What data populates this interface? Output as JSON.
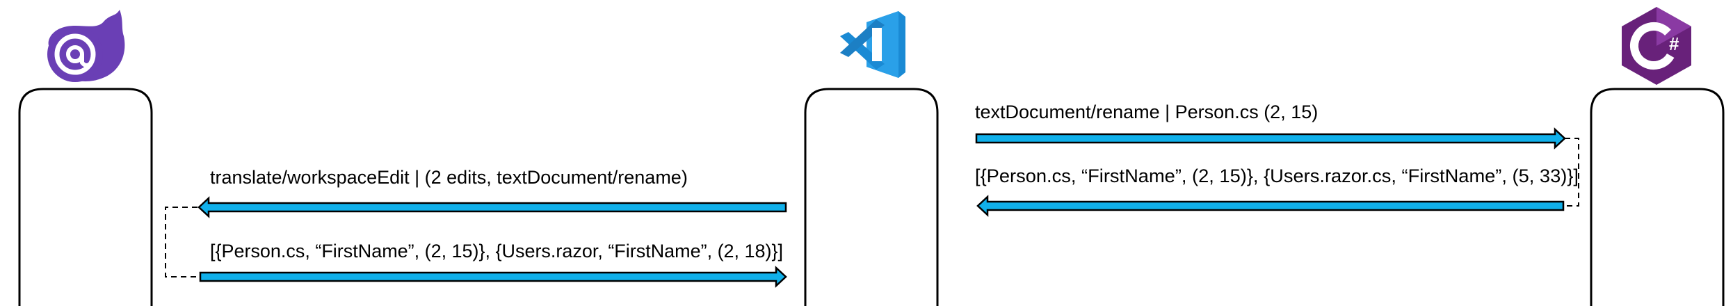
{
  "participants": [
    {
      "name": "blazor",
      "icon": "blazor-logo-icon",
      "icon_color": "#6a3fb5"
    },
    {
      "name": "vscode",
      "icon": "vscode-logo-icon",
      "icon_color": "#1a8ad4"
    },
    {
      "name": "csharp",
      "icon": "csharp-logo-icon",
      "icon_color": "#68217a"
    }
  ],
  "messages": {
    "rename_request": "textDocument/rename | Person.cs (2, 15)",
    "rename_response": "[{Person.cs, “FirstName”, (2, 15)}, {Users.razor.cs, “FirstName”, (5, 33)}]",
    "translate_request": "translate/workspaceEdit | (2 edits, textDocument/rename)",
    "translate_response": "[{Person.cs, “FirstName”, (2, 15)}, {Users.razor, “FirstName”, (2, 18)}]"
  },
  "colors": {
    "arrow_fill": "#10b0ea",
    "arrow_stroke": "#000000",
    "lifeline_stroke": "#000000"
  }
}
